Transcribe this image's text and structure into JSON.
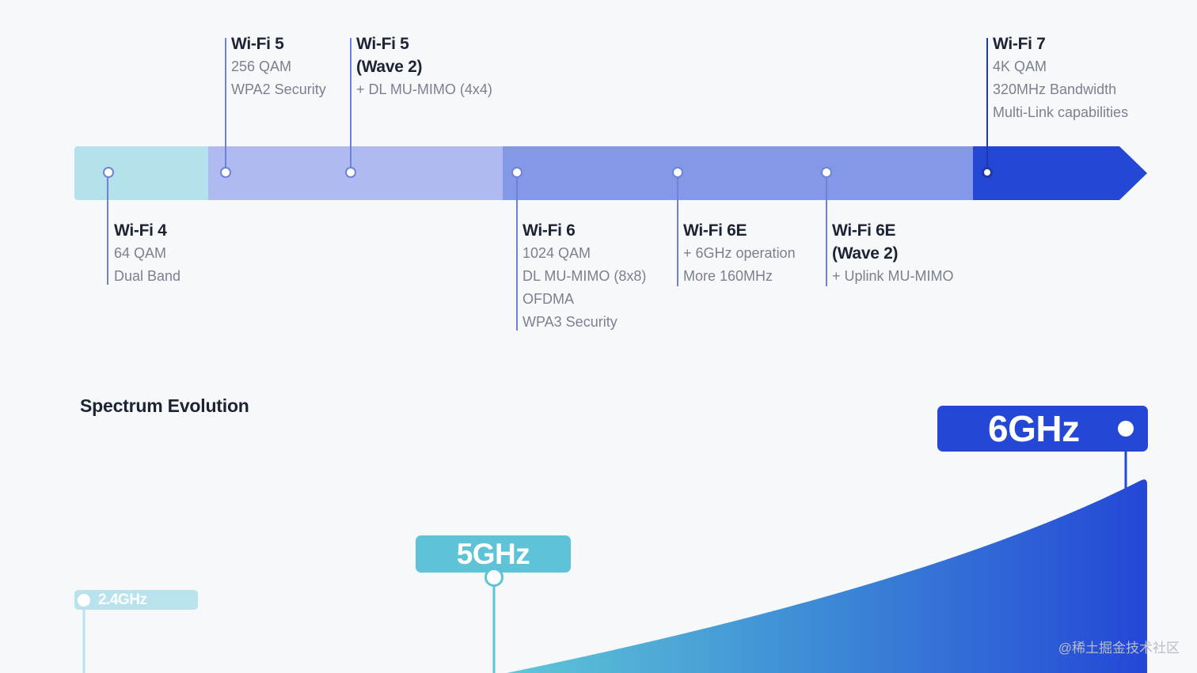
{
  "timeline": {
    "generations": [
      {
        "id": "wifi4",
        "title": "Wi-Fi 4",
        "features": [
          "64 QAM",
          "Dual Band"
        ]
      },
      {
        "id": "wifi5",
        "title": "Wi-Fi 5",
        "features": [
          "256 QAM",
          "WPA2 Security"
        ]
      },
      {
        "id": "wifi5w2",
        "title": "Wi-Fi 5",
        "title2": "(Wave 2)",
        "features": [
          "+ DL MU-MIMO (4x4)"
        ]
      },
      {
        "id": "wifi6",
        "title": "Wi-Fi 6",
        "features": [
          "1024 QAM",
          "DL MU-MIMO (8x8)",
          "OFDMA",
          "WPA3 Security"
        ]
      },
      {
        "id": "wifi6e",
        "title": "Wi-Fi 6E",
        "features": [
          "+ 6GHz operation",
          "More 160MHz"
        ]
      },
      {
        "id": "wifi6ew2",
        "title": "Wi-Fi 6E",
        "title2": "(Wave 2)",
        "features": [
          "+ Uplink MU-MIMO"
        ]
      },
      {
        "id": "wifi7",
        "title": "Wi-Fi 7",
        "features": [
          "4K QAM",
          "320MHz Bandwidth",
          "Multi-Link capabilities"
        ]
      }
    ]
  },
  "spectrum": {
    "title": "Spectrum Evolution",
    "bands": [
      {
        "label": "2.4GHz",
        "color": "#b8e3ec"
      },
      {
        "label": "5GHz",
        "color": "#5ec3d6"
      },
      {
        "label": "6GHz",
        "color": "#2447d6"
      }
    ]
  },
  "colors": {
    "segment_1": "#b3e2ec",
    "segment_2": "#aebaf0",
    "segment_3": "#8498e8",
    "segment_4": "#2447d6",
    "connector": "#6f82d9",
    "connector_dark": "#1f3aa8",
    "gradient_start": "#5fc7d7",
    "gradient_end": "#2447d6"
  },
  "watermark": "@稀土掘金技术社区"
}
